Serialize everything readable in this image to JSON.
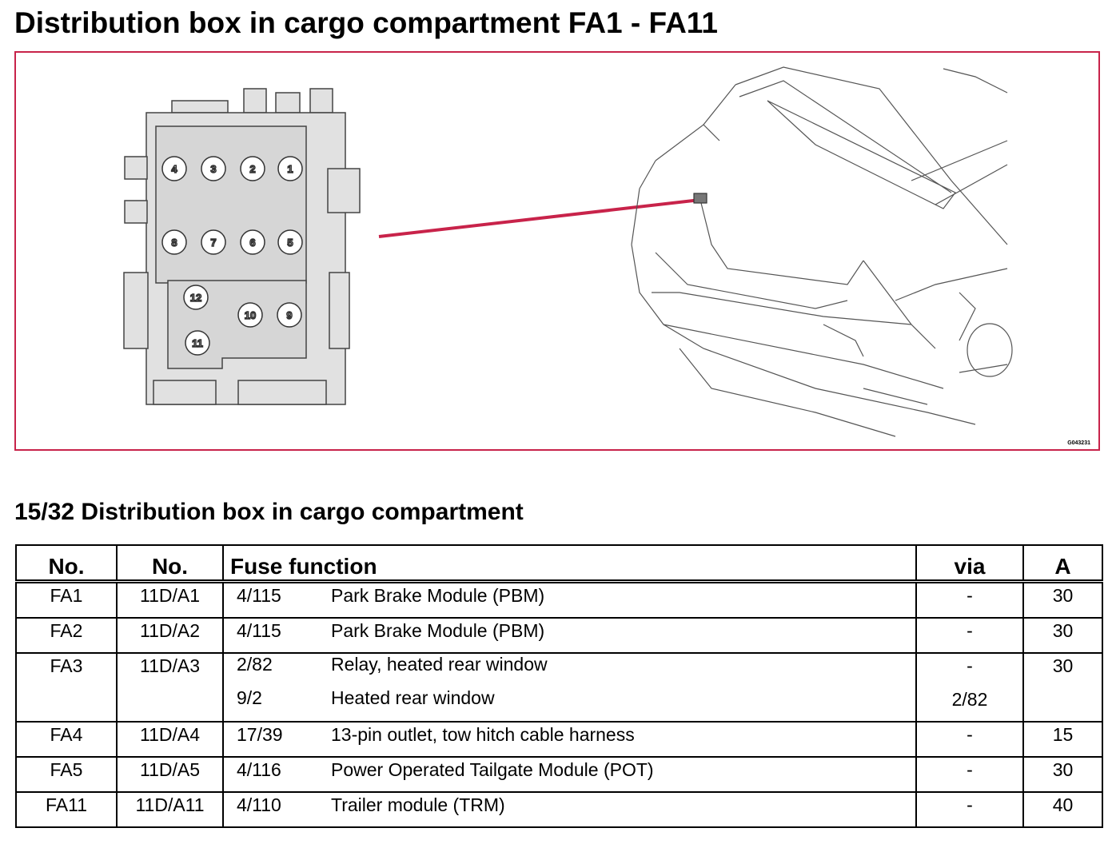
{
  "title": "Distribution box in cargo compartment FA1 - FA11",
  "figure": {
    "code": "G043231",
    "accent_color": "#c8234a",
    "fuse_positions": [
      "4",
      "3",
      "2",
      "1",
      "8",
      "7",
      "6",
      "5",
      "12",
      "10",
      "9",
      "11"
    ]
  },
  "section_title": "15/32 Distribution box in cargo compartment",
  "table": {
    "headers": [
      "No.",
      "No.",
      "Fuse function",
      "via",
      "A"
    ],
    "rows": [
      {
        "no": "FA1",
        "no2": "11D/A1",
        "lines": [
          {
            "code": "4/115",
            "desc": "Park Brake Module (PBM)",
            "via": "-"
          }
        ],
        "amp": "30"
      },
      {
        "no": "FA2",
        "no2": "11D/A2",
        "lines": [
          {
            "code": "4/115",
            "desc": "Park Brake Module (PBM)",
            "via": "-"
          }
        ],
        "amp": "30"
      },
      {
        "no": "FA3",
        "no2": "11D/A3",
        "lines": [
          {
            "code": "2/82",
            "desc": "Relay, heated rear window",
            "via": "-"
          },
          {
            "code": "9/2",
            "desc": "Heated rear window",
            "via": "2/82"
          }
        ],
        "amp": "30"
      },
      {
        "no": "FA4",
        "no2": "11D/A4",
        "lines": [
          {
            "code": "17/39",
            "desc": "13-pin outlet, tow hitch cable harness",
            "via": "-"
          }
        ],
        "amp": "15"
      },
      {
        "no": "FA5",
        "no2": "11D/A5",
        "lines": [
          {
            "code": "4/116",
            "desc": "Power Operated Tailgate Module (POT)",
            "via": "-"
          }
        ],
        "amp": "30"
      },
      {
        "no": "FA11",
        "no2": "11D/A11",
        "lines": [
          {
            "code": "4/110",
            "desc": "Trailer module (TRM)",
            "via": "-"
          }
        ],
        "amp": "40"
      }
    ]
  }
}
